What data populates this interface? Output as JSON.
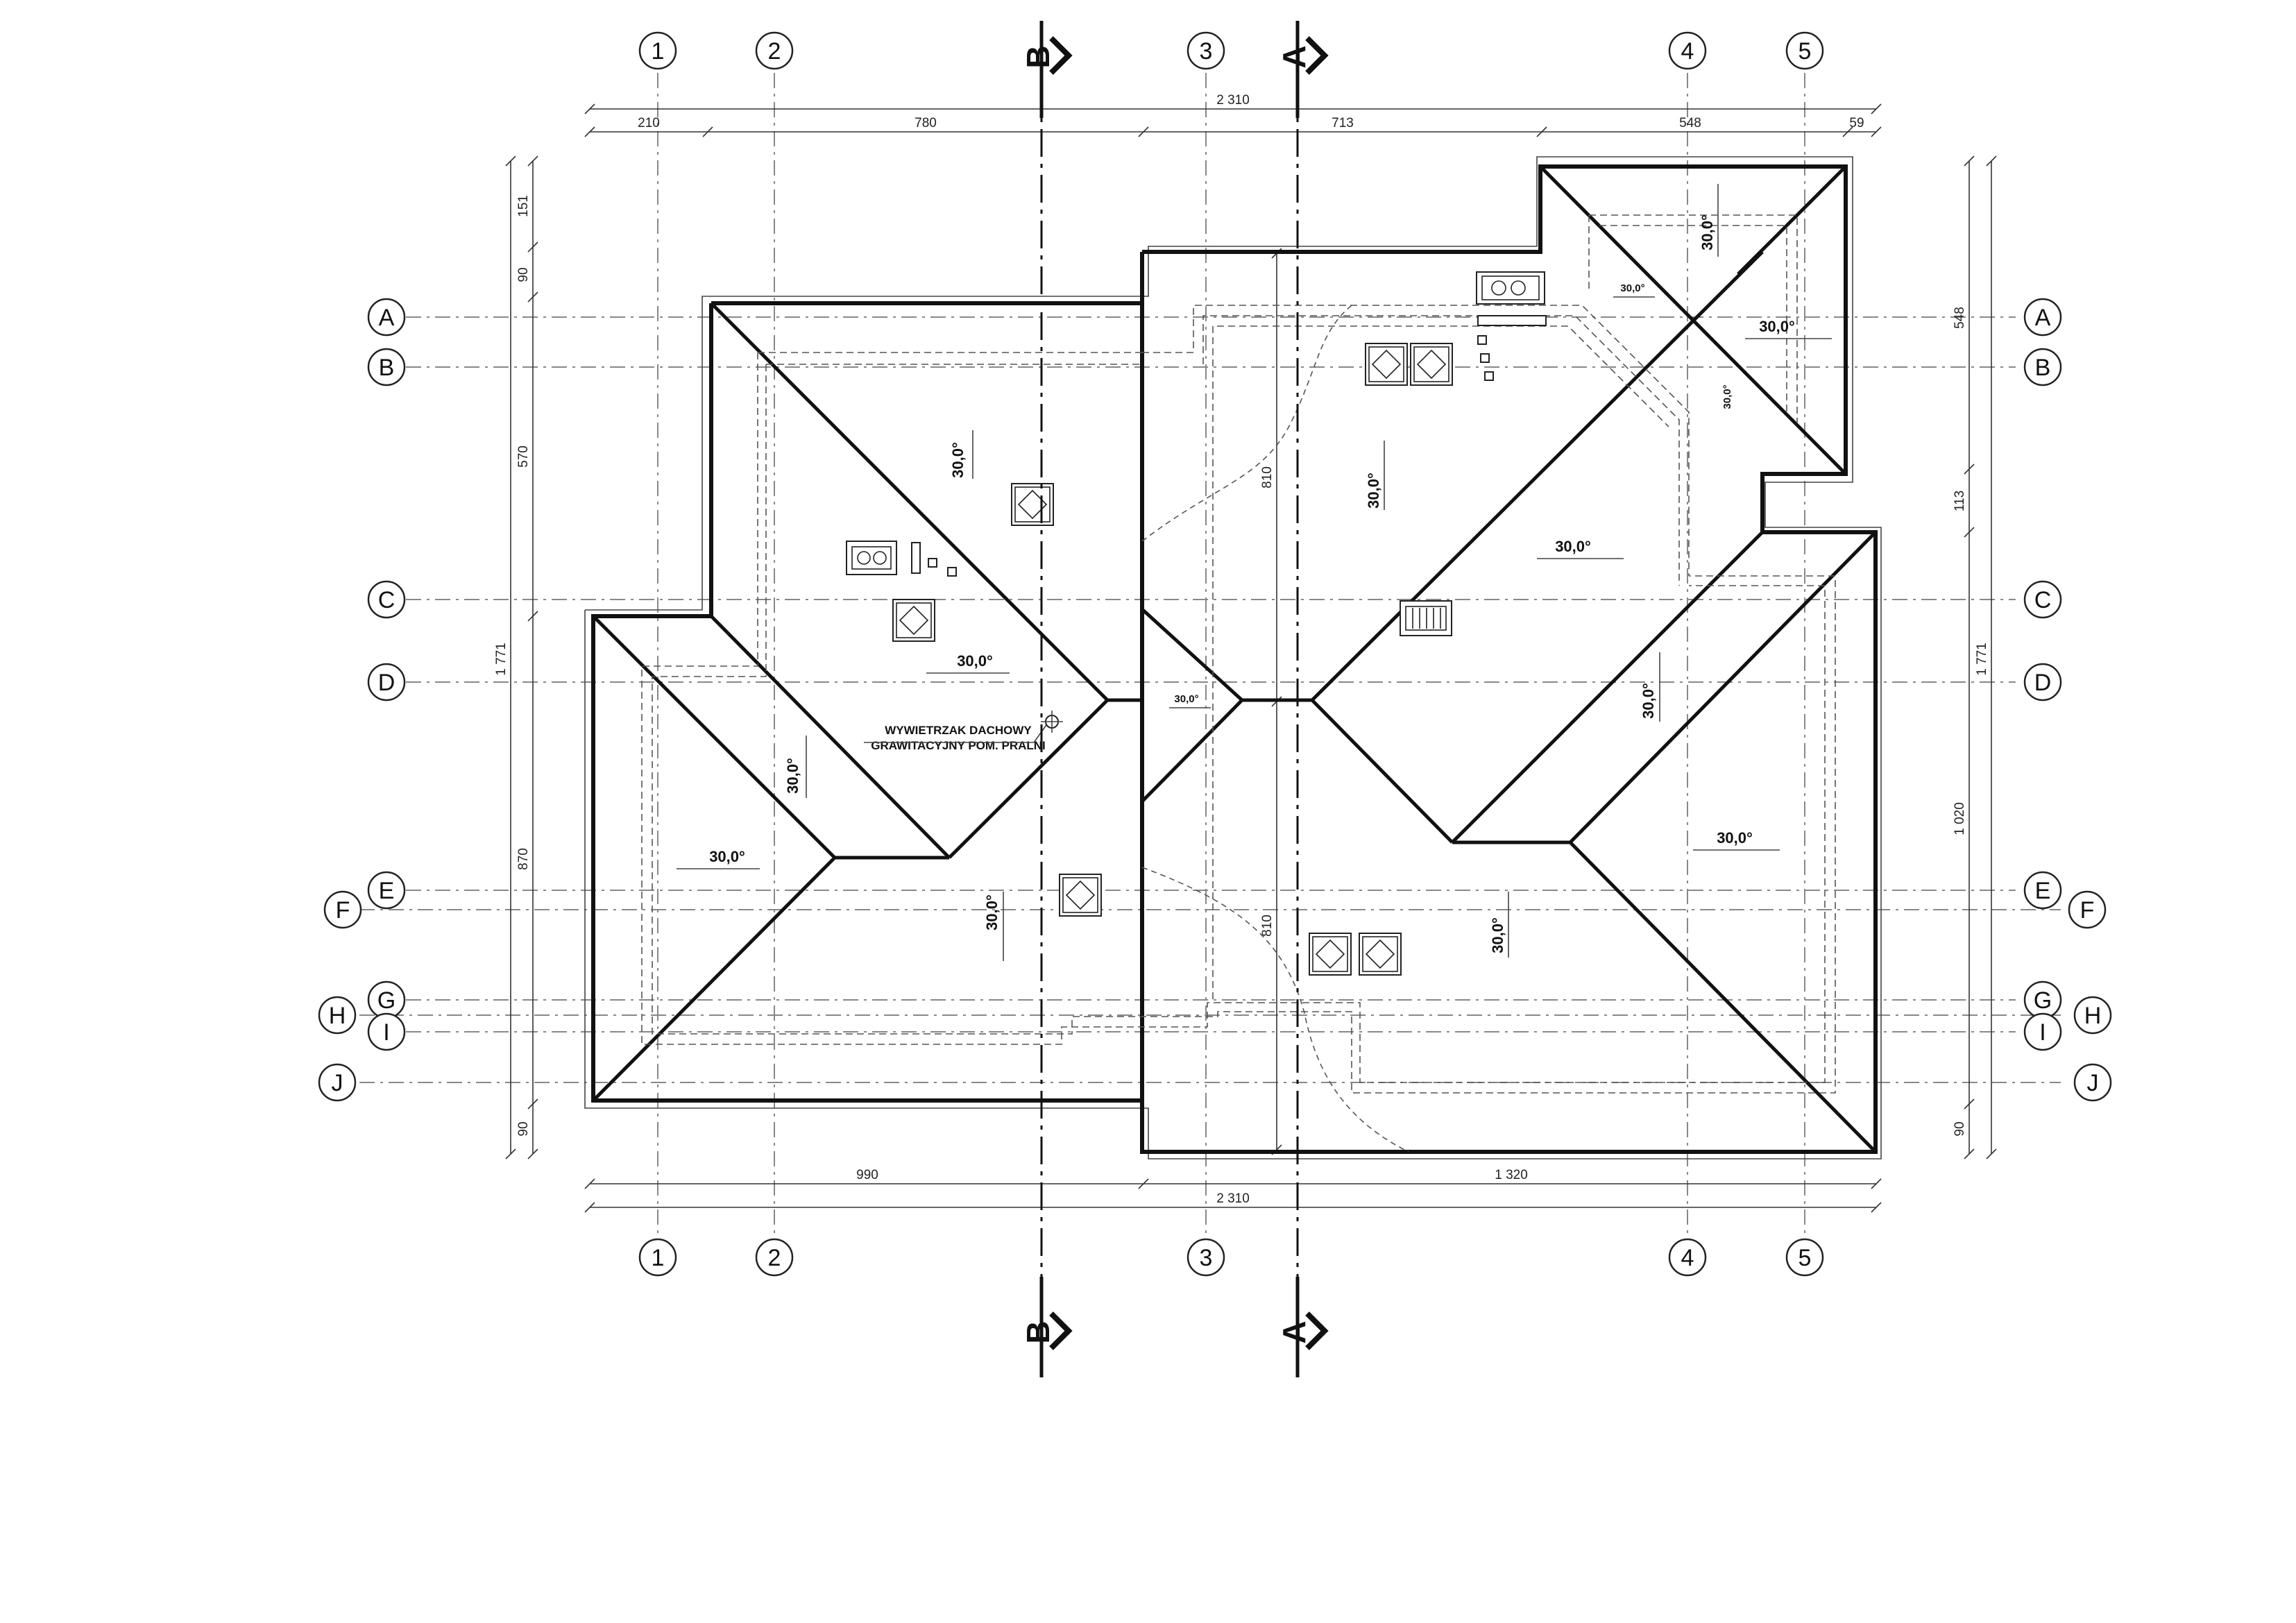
{
  "drawing": {
    "grid_columns": [
      {
        "label": "1",
        "x": 0
      },
      {
        "label": "2",
        "x": 0
      },
      {
        "label": "3",
        "x": 0
      },
      {
        "label": "4",
        "x": 0
      },
      {
        "label": "5",
        "x": 0
      }
    ],
    "grid_rows": [
      {
        "label": "A",
        "side": "both"
      },
      {
        "label": "B",
        "side": "both"
      },
      {
        "label": "C",
        "side": "both"
      },
      {
        "label": "D",
        "side": "both"
      },
      {
        "label": "E",
        "side": "both"
      },
      {
        "label": "F",
        "side": "both"
      },
      {
        "label": "G",
        "side": "both"
      },
      {
        "label": "H",
        "side": "both"
      },
      {
        "label": "I",
        "side": "both"
      },
      {
        "label": "J",
        "side": "both"
      }
    ],
    "sections": [
      {
        "label": "B"
      },
      {
        "label": "A"
      }
    ],
    "dimensions": {
      "top_total": "2 310",
      "top_segments": [
        "210",
        "780",
        "713",
        "548",
        "59"
      ],
      "bottom_total": "2 310",
      "bottom_segments": [
        "990",
        "1 320"
      ],
      "left_total": "1 771",
      "left_segments": [
        "151",
        "90",
        "570",
        "870",
        "90"
      ],
      "right_total": "1 771",
      "right_segments": [
        "548",
        "113",
        "1 020",
        "90"
      ],
      "inner_vertical": [
        "810",
        "810"
      ]
    },
    "slopes": {
      "main": "30,0°",
      "small": "30,0°"
    },
    "note": {
      "line1": "WYWIETRZAK DACHOWY",
      "line2": "GRAWITACYJNY POM. PRALNI"
    }
  }
}
